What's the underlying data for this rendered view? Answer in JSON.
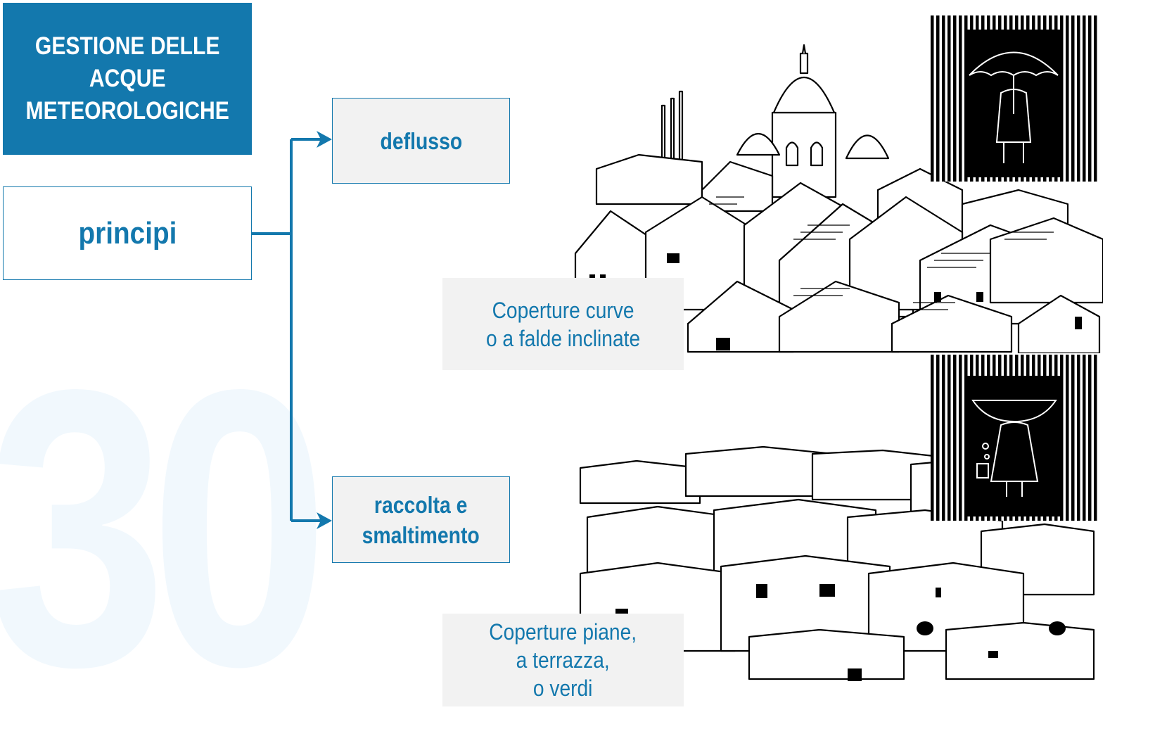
{
  "background_number": "30",
  "title": {
    "line1": "GESTIONE DELLE",
    "line2": "ACQUE",
    "line3": "METEOROLOGICHE"
  },
  "root": {
    "label": "principi"
  },
  "branches": [
    {
      "label": "deflusso"
    },
    {
      "label_line1": "raccolta e",
      "label_line2": "smaltimento"
    }
  ],
  "captions": [
    {
      "text": "Coperture curve\no a falde inclinate"
    },
    {
      "text": "Coperture piane,\na terrazza,\no verdi"
    }
  ],
  "colors": {
    "accent": "#1378ad",
    "box_fill": "#f2f2f2",
    "bg_number": "#f1f8fd"
  },
  "icons": [
    "umbrella-figure-icon",
    "basket-figure-icon",
    "arrow-right-icon"
  ]
}
